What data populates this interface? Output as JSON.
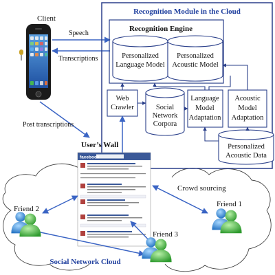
{
  "labels": {
    "client": "Client",
    "speech": "Speech",
    "transcriptions": "Transcriptions",
    "post_transcriptions": "Post transcriptions",
    "users_wall": "User’s Wall",
    "crowd_sourcing": "Crowd sourcing",
    "friend_1": "Friend 1",
    "friend_2": "Friend 2",
    "friend_3": "Friend 3",
    "social_network_cloud": "Social Network Cloud"
  },
  "cloud_module": {
    "title": "Recognition Module in the Cloud",
    "engine_title": "Recognition Engine",
    "plm": [
      "Personalized",
      "Language Model"
    ],
    "pam": [
      "Personalized",
      "Acoustic Model"
    ],
    "web_crawler": [
      "Web",
      "Crawler"
    ],
    "corpora": [
      "Social",
      "Network",
      "Corpora"
    ],
    "lma": [
      "Language",
      "Model",
      "Adaptation"
    ],
    "ama": [
      "Acoustic",
      "Model",
      "Adaptation"
    ],
    "pad": [
      "Personalized",
      "Acoustic Data"
    ]
  },
  "wall": {
    "brand": "facebook"
  },
  "colors": {
    "blue_line": "#3a64c4",
    "title_blue": "#1f3f9e",
    "fb_blue": "#3b5998",
    "friend_green": "#3aa63a",
    "friend_blue": "#2a7fd0"
  },
  "icons": [
    "phone-icon",
    "friend-icon"
  ]
}
